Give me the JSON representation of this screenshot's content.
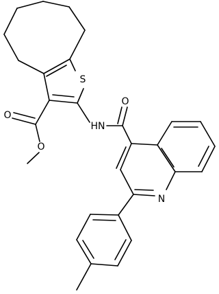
{
  "molecule": {
    "atom_labels": {
      "sulfur": "S",
      "amide_nitrogen": "HN",
      "carbonyl_oxygen_amide": "O",
      "carbonyl_oxygen_ester": "O",
      "ester_oxygen": "O",
      "quinoline_nitrogen": "N"
    },
    "line_color": "#000000",
    "background_color": "#ffffff"
  }
}
